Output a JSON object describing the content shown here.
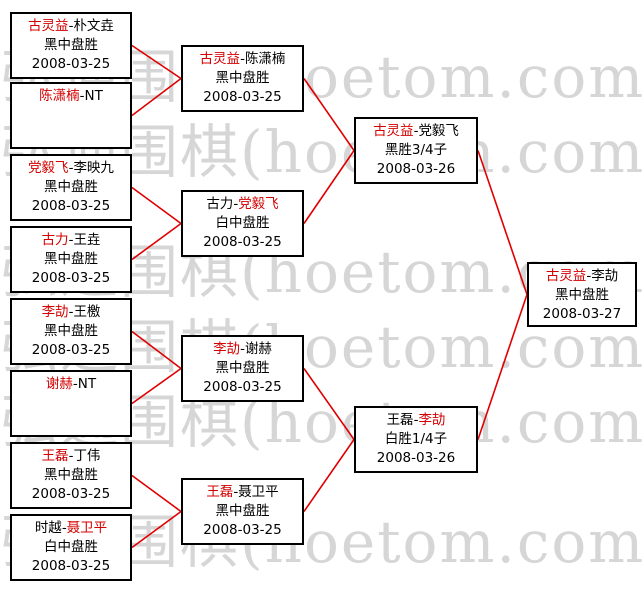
{
  "watermark": {
    "text": "弘通围棋(hoetom.com)"
  },
  "colors": {
    "winner": "#d40000",
    "line": "#e00000",
    "border": "#000000"
  },
  "rounds": {
    "r1": [
      {
        "a": "古灵益",
        "b": "朴文垚",
        "winner": "a",
        "result": "黑中盘胜",
        "date": "2008-03-25"
      },
      {
        "a": "陈潇楠",
        "b": "NT",
        "winner": "a",
        "result": "",
        "date": ""
      },
      {
        "a": "党毅飞",
        "b": "李映九",
        "winner": "a",
        "result": "黑中盘胜",
        "date": "2008-03-25"
      },
      {
        "a": "古力",
        "b": "王垚",
        "winner": "a",
        "result": "黑中盘胜",
        "date": "2008-03-25"
      },
      {
        "a": "李劼",
        "b": "王檄",
        "winner": "a",
        "result": "黑中盘胜",
        "date": "2008-03-25"
      },
      {
        "a": "谢赫",
        "b": "NT",
        "winner": "a",
        "result": "",
        "date": ""
      },
      {
        "a": "王磊",
        "b": "丁伟",
        "winner": "a",
        "result": "黑中盘胜",
        "date": "2008-03-25"
      },
      {
        "a": "时越",
        "b": "聂卫平",
        "winner": "b",
        "result": "白中盘胜",
        "date": "2008-03-25"
      }
    ],
    "r2": [
      {
        "a": "古灵益",
        "b": "陈潇楠",
        "winner": "a",
        "result": "黑中盘胜",
        "date": "2008-03-25"
      },
      {
        "a": "古力",
        "b": "党毅飞",
        "winner": "b",
        "result": "白中盘胜",
        "date": "2008-03-25"
      },
      {
        "a": "李劼",
        "b": "谢赫",
        "winner": "a",
        "result": "黑中盘胜",
        "date": "2008-03-25"
      },
      {
        "a": "王磊",
        "b": "聂卫平",
        "winner": "a",
        "result": "黑中盘胜",
        "date": "2008-03-25"
      }
    ],
    "r3": [
      {
        "a": "古灵益",
        "b": "党毅飞",
        "winner": "a",
        "result": "黑胜3/4子",
        "date": "2008-03-26"
      },
      {
        "a": "王磊",
        "b": "李劼",
        "winner": "b",
        "result": "白胜1/4子",
        "date": "2008-03-26"
      }
    ],
    "r4": [
      {
        "a": "古灵益",
        "b": "李劼",
        "winner": "a",
        "result": "黑中盘胜",
        "date": "2008-03-27"
      }
    ]
  }
}
